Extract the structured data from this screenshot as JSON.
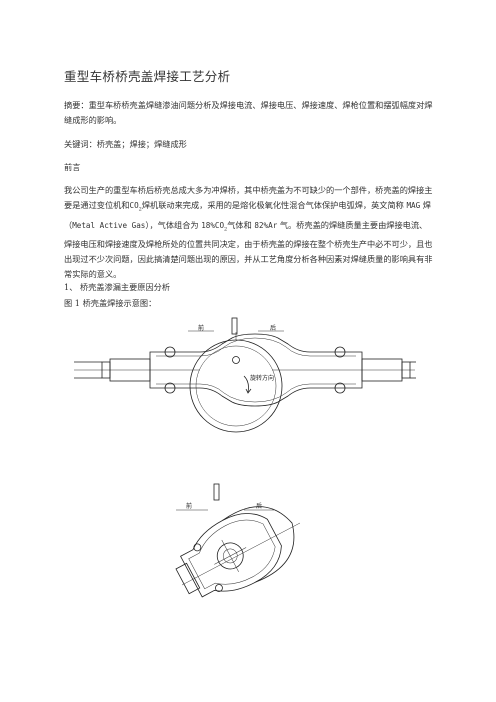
{
  "doc": {
    "title": "重型车桥桥壳盖焊接工艺分析",
    "abstract": "摘要：重型车桥桥壳盖焊缝渗油问题分析及焊接电流、焊接电压、焊接速度、焊枪位置和摆弧幅度对焊缝成形的影响。",
    "keywords": "关键词：桥壳盖；焊接；焊缝成形",
    "preface_heading": "前言",
    "body_part1": "我公司生产的重型车桥后桥壳总成大多为冲焊桥，其中桥壳盖为不可缺少的一个部件，桥壳盖的焊接主要是通过变位机和",
    "co2": "CO",
    "co2_sub": "2",
    "body_part2": "焊机联动来完成，采用的是熔化极氧化性混合气体保护电弧焊，英文简称 ",
    "mag": "MAG",
    "body_part3": " 焊（",
    "mag_full": "Metal Active Gas",
    "body_part4": "），气体组合为 ",
    "pct1": "18%CO",
    "pct1_sub": "2",
    "body_part5": "气体和 ",
    "pct2": "82%Ar",
    "body_part6": " 气。桥壳盖的焊缝质量主要由焊接电流、焊接电压和焊接速度及焊枪所处的位置共同决定，由于桥壳盖的焊接在整个桥壳生产中必不可少，且也出现过不少次问题，因此搞清楚问题出现的原因，并从工艺角度分析各种因素对焊缝质量的影响具有非常实际的意义。",
    "section1": "1、 桥壳盖渗漏主要原因分析",
    "fig1_caption": "图 1 桥壳盖焊接示意图："
  },
  "figure": {
    "label_rotation": "旋转方向",
    "label_front_top": "前",
    "label_rear_top": "后",
    "label_front_bottom": "前",
    "label_rear_bottom": "后"
  }
}
